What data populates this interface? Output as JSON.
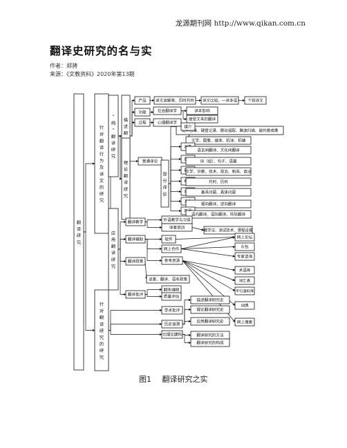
{
  "header": {
    "site": "龙源期刊网 http://www.qikan.com.cn"
  },
  "article": {
    "title": "翻译史研究的名与实",
    "author_line": "作者：郑骋",
    "source_line": "来源：《文教资料》2020年第13期"
  },
  "figure": {
    "caption_num": "图1",
    "caption_text": "翻译研究之实",
    "boxes": [
      {
        "id": "root",
        "text": "翻译研究",
        "vertical": true
      },
      {
        "id": "ct1",
        "text": "针对翻译行为及译文的研究",
        "vertical": true
      },
      {
        "id": "ct2",
        "text": "针对翻译研究的研究",
        "vertical": true
      },
      {
        "id": "pure",
        "text": "“纯”翻译研究",
        "vertical": true
      },
      {
        "id": "applied",
        "text": "应用翻译研究",
        "vertical": true
      },
      {
        "id": "desc",
        "text": "描述翻译研究",
        "vertical": true
      },
      {
        "id": "theory",
        "text": "理论翻译研究",
        "vertical": true
      },
      {
        "id": "prod",
        "text": "产品"
      },
      {
        "id": "func",
        "text": "功能"
      },
      {
        "id": "proc",
        "text": "过程"
      },
      {
        "id": "prod1",
        "text": "译文读解等、历时共时"
      },
      {
        "id": "prod2",
        "text": "译文比较、一译多语"
      },
      {
        "id": "prod3",
        "text": "个别译文"
      },
      {
        "id": "func1",
        "text": "社会翻译学"
      },
      {
        "id": "func2",
        "text": "译本影响"
      },
      {
        "id": "func3",
        "text": "接受文本的翻译"
      },
      {
        "id": "proc1",
        "text": "心理翻译学"
      },
      {
        "id": "proc2",
        "text": "有声思维、键盘记录、眼动追踪、脑波扫描、磁共振成像"
      },
      {
        "id": "gen",
        "text": "普通译论"
      },
      {
        "id": "part",
        "text": "部分译论",
        "vertical": true
      },
      {
        "id": "p1",
        "text": "媒介"
      },
      {
        "id": "p1r",
        "text": "文学、图像、媒体、机译、机辅"
      },
      {
        "id": "p2",
        "text": "对象"
      },
      {
        "id": "p2r",
        "text": "语言间翻译、文化间翻译"
      },
      {
        "id": "p3",
        "text": "层级"
      },
      {
        "id": "p3r",
        "text": "词（组）、句子、语篇"
      },
      {
        "id": "p4",
        "text": "题材"
      },
      {
        "id": "p4r",
        "text": "文学、宗教、技术、政治、新闻、商业"
      },
      {
        "id": "p5",
        "text": "时代"
      },
      {
        "id": "p5r",
        "text": "共时、历时"
      },
      {
        "id": "p6",
        "text": "问题"
      },
      {
        "id": "p6r",
        "text": "基本问题、具体问题"
      },
      {
        "id": "p7",
        "text": "方向"
      },
      {
        "id": "p7r",
        "text": "顺向翻译、逆向翻译"
      },
      {
        "id": "p8",
        "text": "符号"
      },
      {
        "id": "p8r",
        "text": "语内翻译、语际翻译、符际翻译"
      },
      {
        "id": "teach",
        "text": "翻译教学"
      },
      {
        "id": "teach1",
        "text": "外语教学与习得"
      },
      {
        "id": "teach2",
        "text": "译者培训"
      },
      {
        "id": "teach2r",
        "text": "教学法、测试技术、课程设置"
      },
      {
        "id": "aid",
        "text": "翻译辅助"
      },
      {
        "id": "aid1",
        "text": "软件"
      },
      {
        "id": "aid2",
        "text": "网上合作"
      },
      {
        "id": "aid3",
        "text": "参考资源"
      },
      {
        "id": "r1",
        "text": "网上论坛"
      },
      {
        "id": "r2",
        "text": "众包"
      },
      {
        "id": "r3",
        "text": "专家咨询"
      },
      {
        "id": "r4",
        "text": "术语库"
      },
      {
        "id": "r5",
        "text": "词汇表"
      },
      {
        "id": "r6",
        "text": "平行语料库"
      },
      {
        "id": "r7",
        "text": "词典"
      },
      {
        "id": "r8",
        "text": "网上搜索"
      },
      {
        "id": "policy",
        "text": "翻译政策"
      },
      {
        "id": "policy1",
        "text": "谈素、翻译、语本政策"
      },
      {
        "id": "crit",
        "text": "翻译批评"
      },
      {
        "id": "crit1",
        "text": "翻译/编辑"
      },
      {
        "id": "crit2",
        "text": "质量评估"
      },
      {
        "id": "hist",
        "text": "学术批评"
      },
      {
        "id": "hist1",
        "text": "历史追溯"
      },
      {
        "id": "meta",
        "text": "元理论建构"
      },
      {
        "id": "h1",
        "text": "描述翻译研究史"
      },
      {
        "id": "h2",
        "text": "理论翻译研究史"
      },
      {
        "id": "h3",
        "text": "应用翻译研究史"
      },
      {
        "id": "m1",
        "text": "翻译研究的方法"
      },
      {
        "id": "m2",
        "text": "翻译研究的构成"
      }
    ]
  }
}
